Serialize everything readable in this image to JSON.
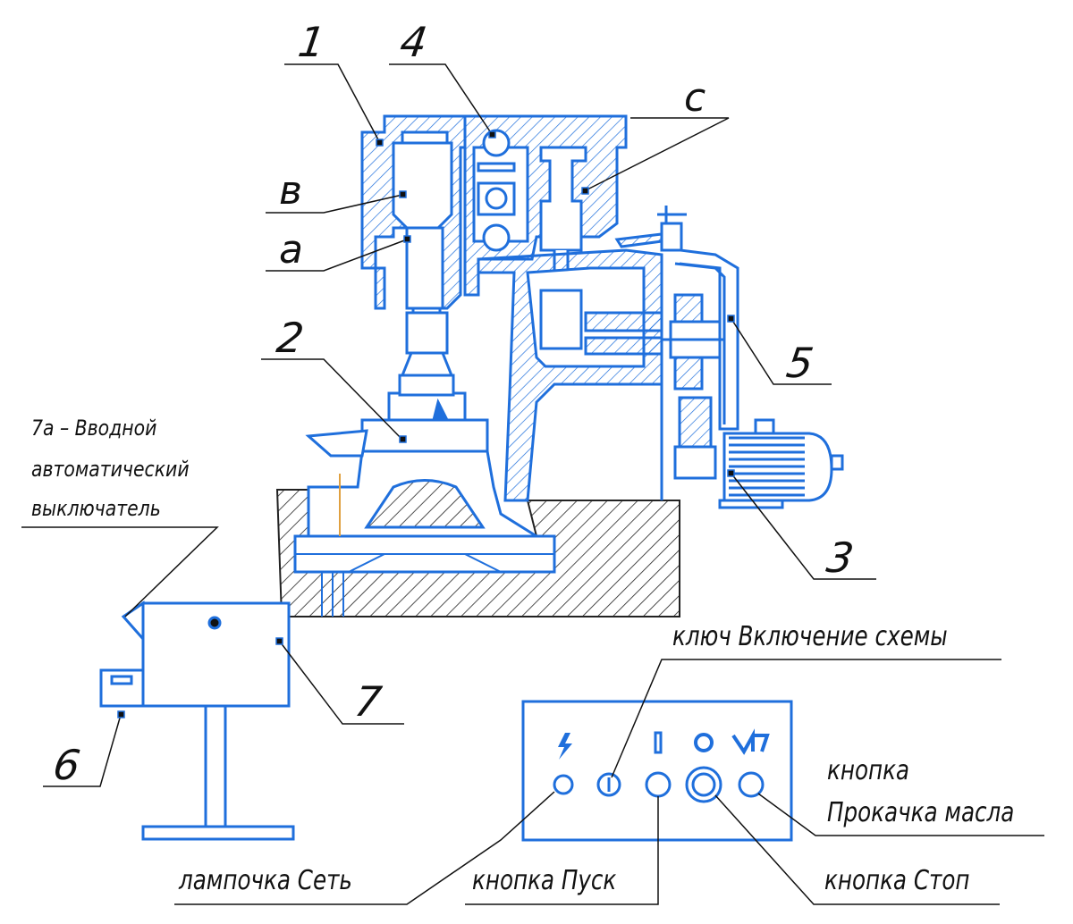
{
  "callouts": {
    "n1": "1",
    "n2": "2",
    "n3": "3",
    "n4": "4",
    "n5": "5",
    "n6": "6",
    "n7": "7",
    "c": "c",
    "v": "в",
    "a": "а"
  },
  "breaker_label": [
    "7а – Вводной",
    "автоматический",
    "выключатель"
  ],
  "panel_labels": {
    "key": "ключ Включение схемы",
    "oil_button_line1": "кнопка",
    "oil_button_line2": "Прокачка масла",
    "lamp": "лампочка Сеть",
    "start": "кнопка Пуск",
    "stop": "кнопка Стоп"
  },
  "colors": {
    "machine": "#1f6fdc",
    "hatch": "#111111",
    "leader": "#111111"
  },
  "panel_icons": [
    "lightning-icon",
    "start-bar-icon",
    "stop-ring-icon",
    "oil-pump-icon"
  ]
}
